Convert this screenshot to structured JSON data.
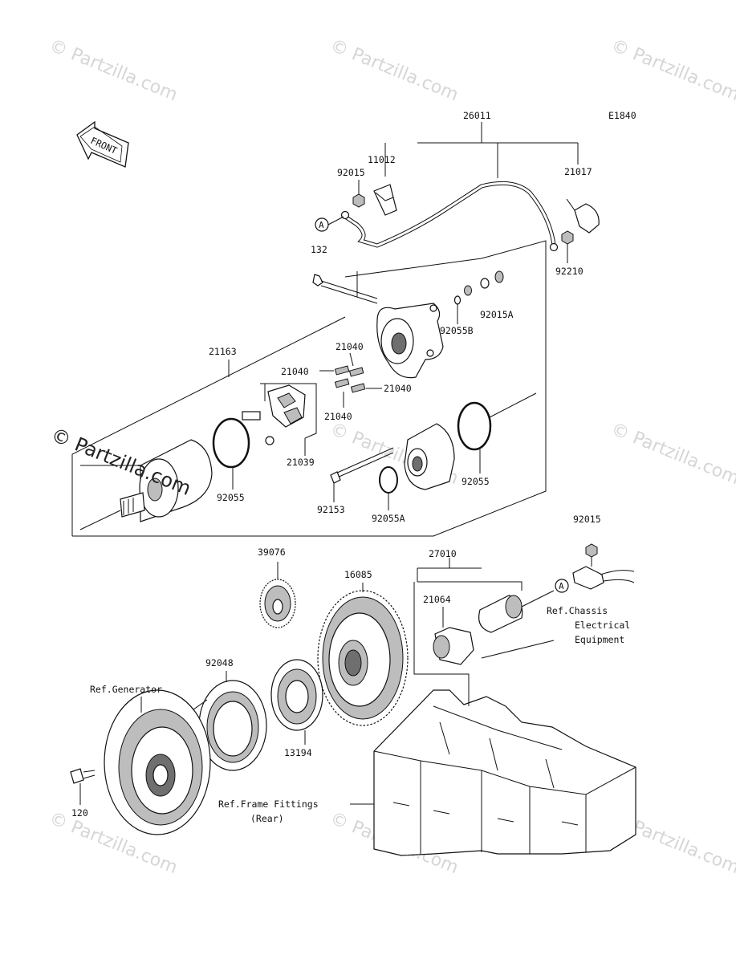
{
  "diagram_code": "E1840",
  "front_label": "FRONT",
  "marker_a": "A",
  "watermark": "© Partzilla.com",
  "watermark_overlay": "© Partzilla.com",
  "part_labels": {
    "p26011": "26011",
    "p11012": "11012",
    "p92015_top": "92015",
    "p21017": "21017",
    "p132": "132",
    "p92210": "92210",
    "p92015A": "92015A",
    "p92055B": "92055B",
    "p21163": "21163",
    "p21040_a": "21040",
    "p21040_b": "21040",
    "p21040_c": "21040",
    "p21040_d": "21040",
    "p21039": "21039",
    "p92055_left": "92055",
    "p92153": "92153",
    "p92055A": "92055A",
    "p92055_right": "92055",
    "p92015_right": "92015",
    "p27010": "27010",
    "p21064": "21064",
    "p39076": "39076",
    "p16085": "16085",
    "p92048": "92048",
    "p13194": "13194",
    "p120": "120"
  },
  "references": {
    "generator": "Ref.Generator",
    "chassis_1": "Ref.Chassis",
    "chassis_2": "Electrical",
    "chassis_3": "Equipment",
    "frame_1": "Ref.Frame Fittings",
    "frame_2": "(Rear)"
  }
}
